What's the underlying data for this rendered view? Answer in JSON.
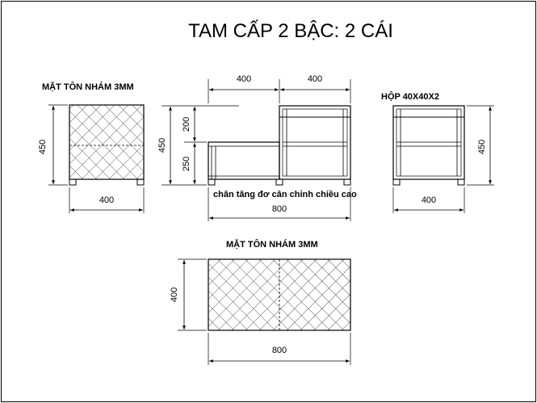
{
  "title": "TAM CẤP 2 BẬC: 2 CÁI",
  "labels": {
    "front_surface": "MẶT TÔN NHÁM 3MM",
    "box_section": "HỘP 40X40X2",
    "adjust_feet": "chân tăng đơ cân chỉnh chiều cao",
    "top_surface": "MẶT TÔN NHÁM 3MM"
  },
  "dimensions": {
    "front_height": "450",
    "front_width": "400",
    "side_step_width_1": "400",
    "side_step_width_2": "400",
    "side_upper_height": "200",
    "side_lower_height": "250",
    "side_total_height": "450",
    "side_total_length": "800",
    "back_height": "450",
    "back_width": "400",
    "top_depth": "400",
    "top_length": "800"
  },
  "colors": {
    "line": "#000000",
    "hatch": "#333333",
    "background": "#ffffff"
  }
}
